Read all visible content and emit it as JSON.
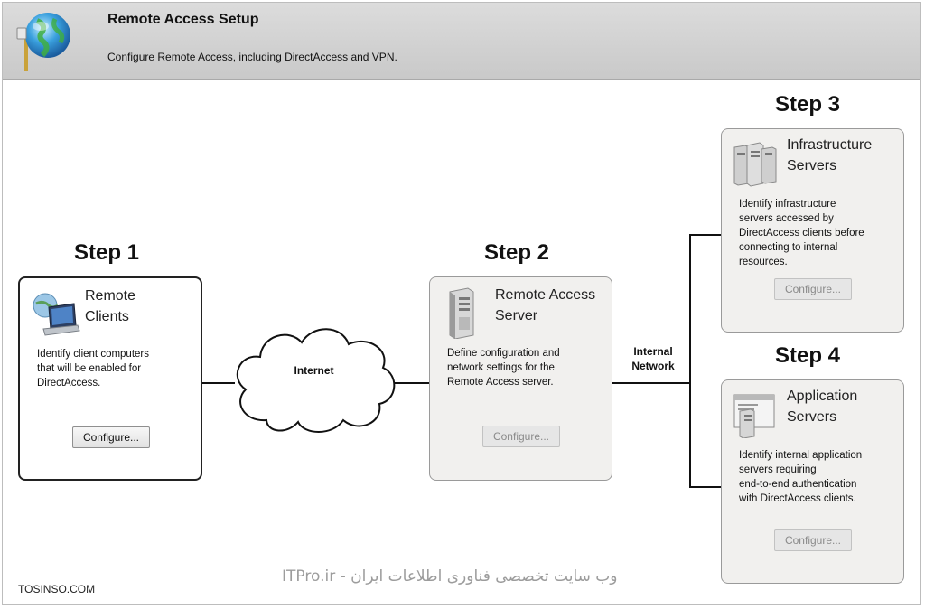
{
  "window": {
    "title": "Remote Access Setup",
    "subtitle": "Configure Remote Access, including DirectAccess and VPN."
  },
  "steps": {
    "step1": {
      "label": "Step 1",
      "title_line1": "Remote",
      "title_line2": "Clients",
      "description": [
        "Identify client computers",
        "that will be enabled for",
        "DirectAccess."
      ],
      "button": "Configure..."
    },
    "step2": {
      "label": "Step 2",
      "title_line1": "Remote Access",
      "title_line2": "Server",
      "description": [
        "Define configuration and",
        "network settings for the",
        "Remote Access server."
      ],
      "button": "Configure..."
    },
    "step3": {
      "label": "Step 3",
      "title_line1": "Infrastructure",
      "title_line2": "Servers",
      "description": [
        "Identify infrastructure",
        "servers accessed by",
        "DirectAccess clients before",
        "connecting to internal",
        "resources."
      ],
      "button": "Configure..."
    },
    "step4": {
      "label": "Step 4",
      "title_line1": "Application",
      "title_line2": "Servers",
      "description": [
        "Identify internal application",
        "servers requiring",
        "end-to-end authentication",
        "with DirectAccess clients."
      ],
      "button": "Configure..."
    }
  },
  "network": {
    "internet_label": "Internet",
    "internal_line1": "Internal",
    "internal_line2": "Network"
  },
  "footer": {
    "left_watermark": "TOSINSO.COM",
    "center_watermark": "ITPro.ir - وب سایت تخصصی فناوری اطلاعات ایران"
  },
  "colors": {
    "header_bg": "#cfcfcf",
    "active_card_border": "#222222",
    "inactive_card_bg": "#f1f0ee",
    "disabled_text": "#8a8a8a"
  }
}
